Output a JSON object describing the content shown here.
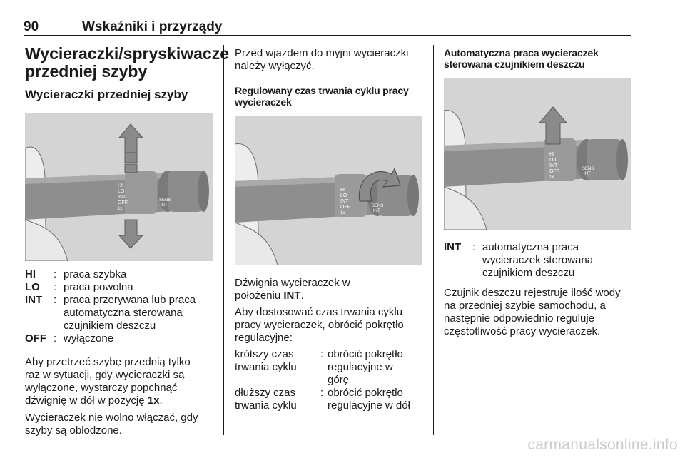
{
  "header": {
    "page_number": "90",
    "chapter_title": "Wskaźniki i przyrządy"
  },
  "col1": {
    "title_line1": "Wycieraczki/spryskiwacze",
    "title_line2": "przedniej szyby",
    "subtitle": "Wycieraczki przedniej szyby",
    "definitions": [
      {
        "term": "HI",
        "lines": [
          "praca szybka"
        ]
      },
      {
        "term": "LO",
        "lines": [
          "praca powolna"
        ]
      },
      {
        "term": "INT",
        "lines": [
          "praca przerywana lub praca",
          "automatyczna sterowana",
          "czujnikiem deszczu"
        ]
      },
      {
        "term": "OFF",
        "lines": [
          "wyłączone"
        ]
      }
    ],
    "para1_lines": [
      "Aby przetrzeć szybę przednią tylko",
      "raz w sytuacji, gdy wycieraczki są",
      "wyłączone, wystarczy popchnąć"
    ],
    "para1_last_prefix": "dźwignię w dół w pozycję ",
    "para1_last_bold": "1x",
    "para1_last_suffix": ".",
    "para2_lines": [
      "Wycieraczek nie wolno włączać, gdy",
      "szyby są oblodzone."
    ]
  },
  "col2": {
    "intro_lines": [
      "Przed wjazdem do myjni wycieraczki",
      "należy wyłączyć."
    ],
    "heading_lines": [
      "Regulowany czas trwania cyklu pracy",
      "wycieraczek"
    ],
    "p1_line1": "Dźwignia wycieraczek w",
    "p1_line2_prefix": "położeniu ",
    "p1_line2_bold": "INT",
    "p1_line2_suffix": ".",
    "p2_lines": [
      "Aby dostosować czas trwania cyklu",
      "pracy wycieraczek, obrócić pokrętło",
      "regulacyjne:"
    ],
    "definitions": [
      {
        "term_lines": [
          "krótszy czas",
          "trwania cyklu"
        ],
        "lines": [
          "obrócić pokrętło",
          "regulacyjne w",
          "górę"
        ]
      },
      {
        "term_lines": [
          "dłuższy czas",
          "trwania cyklu"
        ],
        "lines": [
          "obrócić pokrętło",
          "regulacyjne w dół"
        ]
      }
    ]
  },
  "col3": {
    "heading_lines": [
      "Automatyczna praca wycieraczek",
      "sterowana czujnikiem deszczu"
    ],
    "definition": {
      "term": "INT",
      "lines": [
        "automatyczna praca",
        "wycieraczek sterowana",
        "czujnikiem deszczu"
      ]
    },
    "para_lines": [
      "Czujnik deszczu rejestruje ilość wody",
      "na przedniej szybie samochodu, a",
      "następnie odpowiednio reguluje",
      "częstotliwość pracy wycieraczek."
    ]
  },
  "illustration_labels": [
    "HI",
    "LO",
    "INT",
    "OFF",
    "1x",
    "SENS",
    "INT"
  ],
  "watermark": "carmanualsonline.info",
  "colors": {
    "figure_bg": "#d4d4d4",
    "stalk": "#8e8e8e",
    "arrow": "#8a8a8a",
    "text": "#1a1a1a",
    "watermark": "#c9c9c9"
  }
}
